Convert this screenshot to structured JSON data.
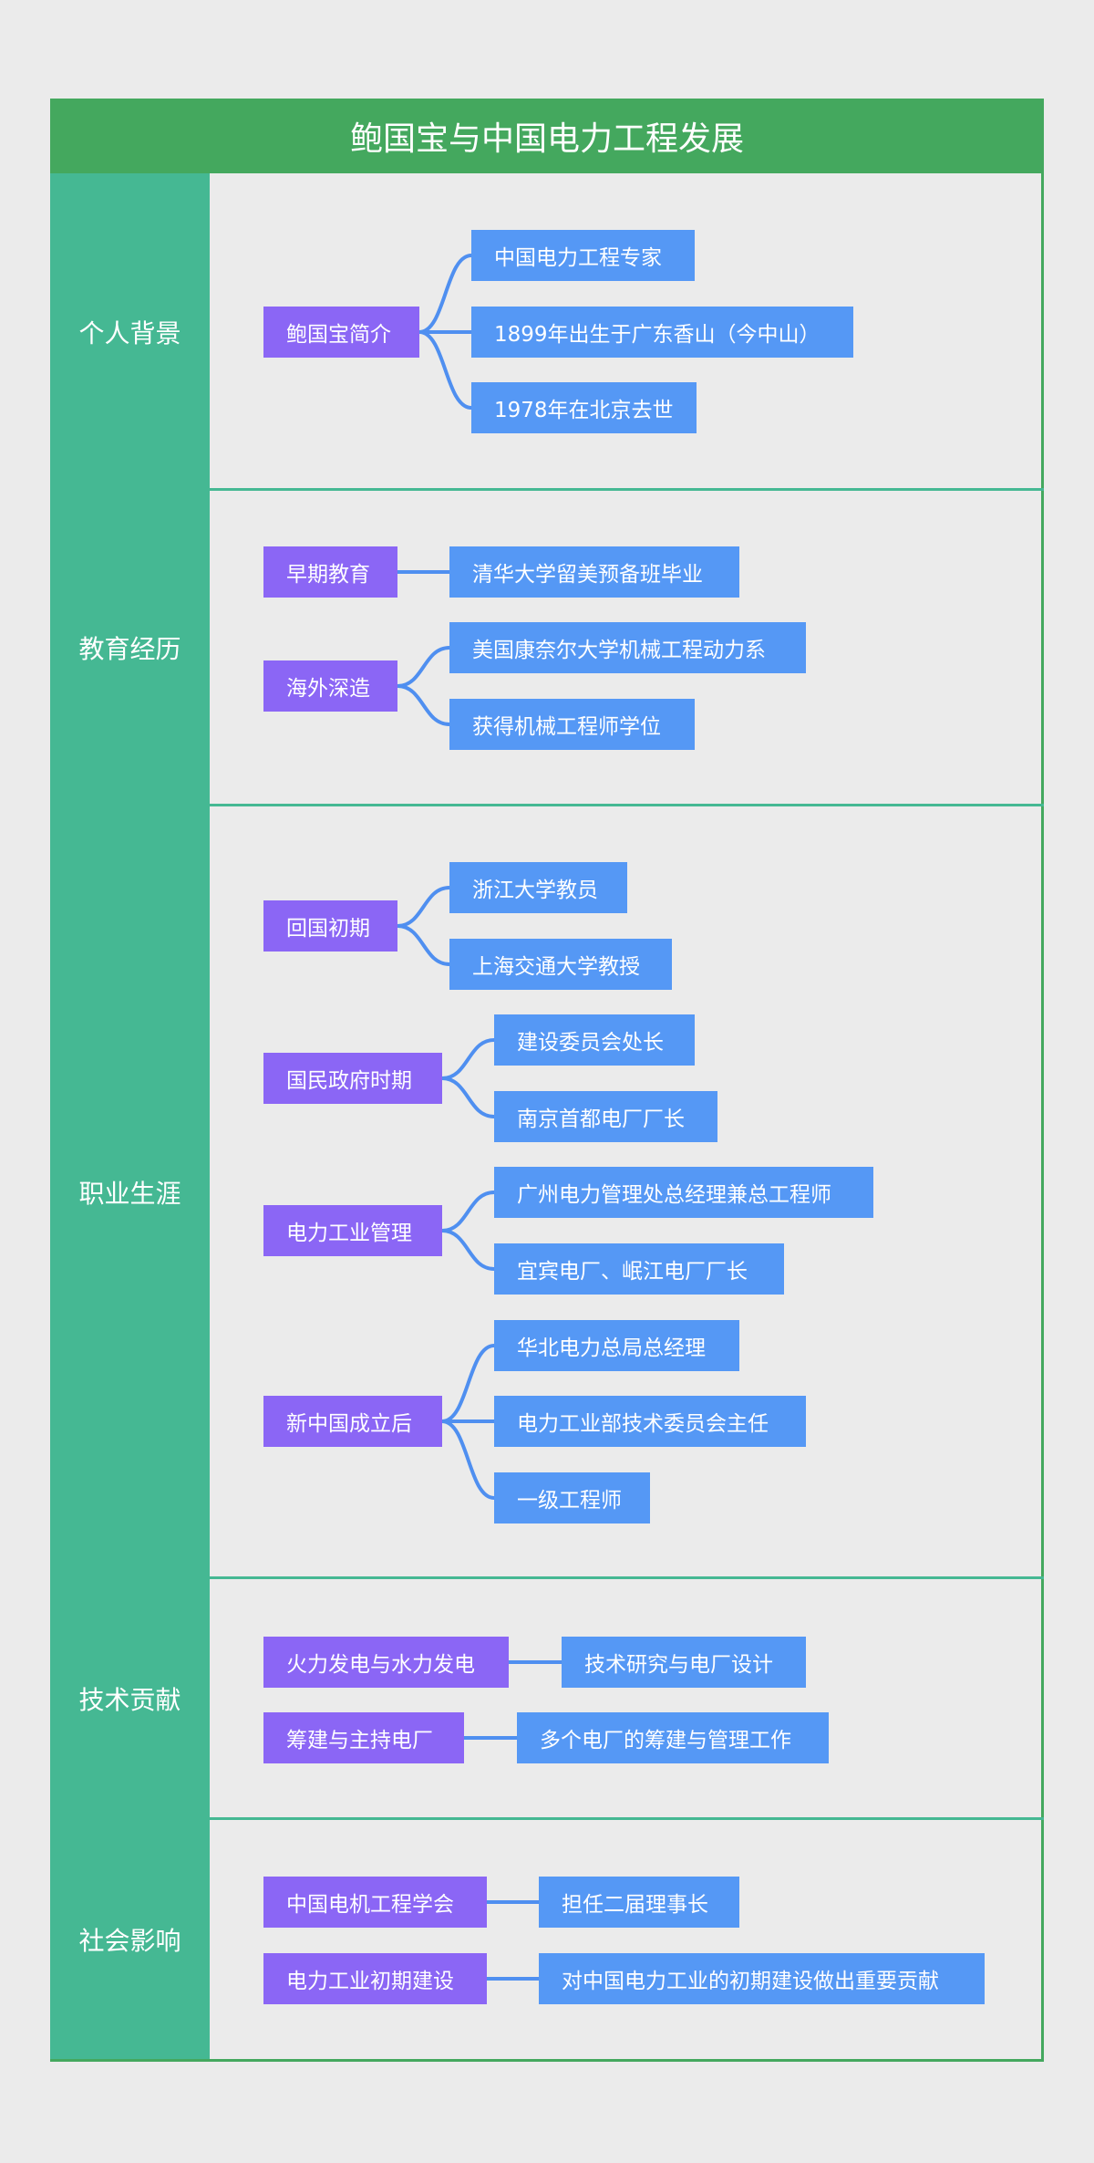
{
  "title": "鲍国宝与中国电力工程发展",
  "colors": {
    "title_bar": "#44a85e",
    "section_label_bg": "#45b893",
    "parent_node": "#8b66f5",
    "child_node": "#5598f5",
    "connector": "#4f8ff0",
    "background": "#ebebeb"
  },
  "sections": [
    {
      "label": "个人背景",
      "groups": [
        {
          "parent": "鲍国宝简介",
          "children": [
            "中国电力工程专家",
            "1899年出生于广东香山（今中山）",
            "1978年在北京去世"
          ]
        }
      ]
    },
    {
      "label": "教育经历",
      "groups": [
        {
          "parent": "早期教育",
          "children": [
            "清华大学留美预备班毕业"
          ]
        },
        {
          "parent": "海外深造",
          "children": [
            "美国康奈尔大学机械工程动力系",
            "获得机械工程师学位"
          ]
        }
      ]
    },
    {
      "label": "职业生涯",
      "groups": [
        {
          "parent": "回国初期",
          "children": [
            "浙江大学教员",
            "上海交通大学教授"
          ]
        },
        {
          "parent": "国民政府时期",
          "children": [
            "建设委员会处长",
            "南京首都电厂厂长"
          ]
        },
        {
          "parent": "电力工业管理",
          "children": [
            "广州电力管理处总经理兼总工程师",
            "宜宾电厂、岷江电厂厂长"
          ]
        },
        {
          "parent": "新中国成立后",
          "children": [
            "华北电力总局总经理",
            "电力工业部技术委员会主任",
            "一级工程师"
          ]
        }
      ]
    },
    {
      "label": "技术贡献",
      "groups": [
        {
          "parent": "火力发电与水力发电",
          "children": [
            "技术研究与电厂设计"
          ]
        },
        {
          "parent": "筹建与主持电厂",
          "children": [
            "多个电厂的筹建与管理工作"
          ]
        }
      ]
    },
    {
      "label": "社会影响",
      "groups": [
        {
          "parent": "中国电机工程学会",
          "children": [
            "担任二届理事长"
          ]
        },
        {
          "parent": "电力工业初期建设",
          "children": [
            "对中国电力工业的初期建设做出重要贡献"
          ]
        }
      ]
    }
  ]
}
